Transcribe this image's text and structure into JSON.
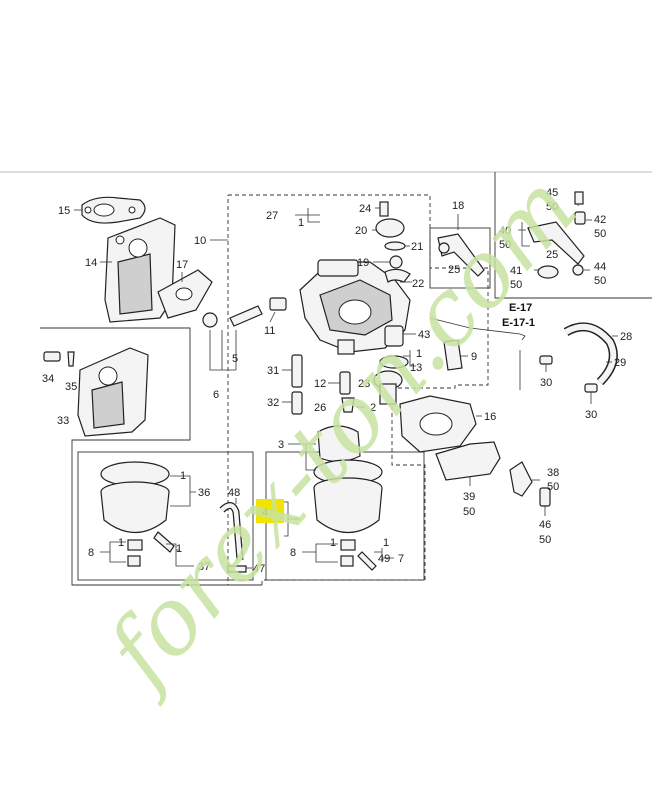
{
  "watermark": {
    "text": "forex-ton.com",
    "color_green": "#c7e3a0",
    "color_tan": "#d8cfc2"
  },
  "highlight": {
    "label": "4",
    "color": "#f2e400"
  },
  "refs": {
    "e17": "E-17",
    "e17_1": "E-17-1"
  },
  "labels": {
    "l15": "15",
    "l14": "14",
    "l17": "17",
    "l10": "10",
    "l27": "27",
    "l1a": "1",
    "l24": "24",
    "l20": "20",
    "l21": "21",
    "l19": "19",
    "l22": "22",
    "l18": "18",
    "l25a": "25",
    "l11": "11",
    "l5": "5",
    "l6": "6",
    "l43": "43",
    "l1b": "1",
    "l13": "13",
    "l9": "9",
    "l31": "31",
    "l32": "32",
    "l12": "12",
    "l23": "23",
    "l26": "26",
    "l2": "2",
    "l16": "16",
    "l34": "34",
    "l35": "35",
    "l33": "33",
    "l3": "3",
    "l1c": "1",
    "l36": "36",
    "l48": "48",
    "l8a": "8",
    "l1d": "1",
    "l1e": "1",
    "l37": "37",
    "l47": "47",
    "l8b": "8",
    "l1f": "1",
    "l1g": "1",
    "l49": "49",
    "l7": "7",
    "l39": "39",
    "l50a": "50",
    "l38": "38",
    "l50b": "50",
    "l46": "46",
    "l50c": "50",
    "l45": "45",
    "l50d": "50",
    "l40": "40",
    "l50e": "50",
    "l42": "42",
    "l50f": "50",
    "l25b": "25",
    "l41": "41",
    "l50g": "50",
    "l44": "44",
    "l50h": "50",
    "l28": "28",
    "l29": "29",
    "l30a": "30",
    "l30b": "30"
  }
}
